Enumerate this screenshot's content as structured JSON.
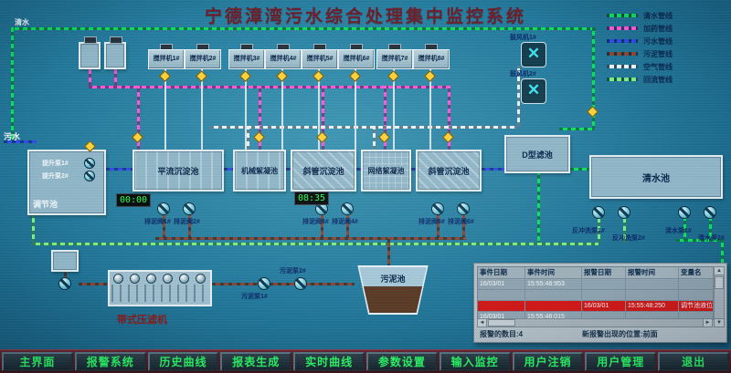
{
  "title": "宁德漳湾污水综合处理集中监控系统",
  "icons": {
    "fan_blades": "✕",
    "arrow_up": "▲",
    "arrow_down": "▼",
    "arrow_left": "◄",
    "arrow_right": "►"
  },
  "flow_labels": {
    "inflow": "污水",
    "clean": "清水"
  },
  "legend": [
    {
      "label": "清水管线",
      "color": "#0de05a"
    },
    {
      "label": "加药管线",
      "color": "#ff58d8"
    },
    {
      "label": "污水管线",
      "color": "#2e4bee"
    },
    {
      "label": "污泥管线",
      "color": "#8a4632"
    },
    {
      "label": "空气管线",
      "color": "#e9f4f8"
    },
    {
      "label": "回流管线",
      "color": "#79f07e"
    }
  ],
  "mixers": [
    "搅拌机1#",
    "搅拌机2#",
    "搅拌机3#",
    "搅拌机4#",
    "搅拌机5#",
    "搅拌机6#",
    "搅拌机7#",
    "搅拌机8#"
  ],
  "blowers": [
    "鼓风机1#",
    "鼓风机2#"
  ],
  "tanks": {
    "regulation": "调节池",
    "plain_sed": "平流沉淀池",
    "mech_floc": "机械絮凝池",
    "inclined_sed1": "斜管沉淀池",
    "grid_floc": "网络絮凝池",
    "inclined_sed2": "斜管沉淀池",
    "d_filter": "D型滤池",
    "clear_water": "清水池",
    "sludge": "污泥池",
    "belt_press": "带式压滤机"
  },
  "pumps": {
    "lift1": "提升泵1#",
    "lift2": "提升泵2#",
    "drain1": "排泥阀1#",
    "drain2": "排泥阀2#",
    "drain3": "排泥阀3#",
    "drain4": "排泥阀4#",
    "drain5": "排泥阀5#",
    "drain6": "排泥阀6#",
    "sludge1": "污泥泵1#",
    "sludge2": "污泥泵2#",
    "backwash1": "反冲洗泵1#",
    "backwash2": "反冲洗泵2#",
    "clean1": "清水泵1#",
    "clean2": "清水泵2#"
  },
  "clocks": {
    "t1": "00:00",
    "t2": "08:35"
  },
  "alarm_panel": {
    "alarm_color": "#d01818",
    "headers": [
      "事件日期",
      "事件时间",
      "报警日期",
      "报警时间",
      "变量名"
    ],
    "rows": [
      {
        "c0": "16/03/01",
        "c1": "15:55:48:953",
        "c2": "",
        "c3": "",
        "c4": "",
        "is_alarm": false
      },
      {
        "c0": "",
        "c1": "",
        "c2": "",
        "c3": "",
        "c4": "",
        "is_alarm": false
      },
      {
        "c0": "",
        "c1": "",
        "c2": "16/03/01",
        "c3": "15:55:48:250",
        "c4": "调节池液位",
        "is_alarm": true
      },
      {
        "c0": "16/03/01",
        "c1": "15:55:48:015",
        "c2": "",
        "c3": "",
        "c4": "",
        "is_alarm": false
      }
    ],
    "footer_count": "报警的数目:4",
    "footer_pos": "新报警出现的位置:前面"
  },
  "nav_buttons": [
    "主界面",
    "报警系统",
    "历史曲线",
    "报表生成",
    "实时曲线",
    "参数设置",
    "输入监控",
    "用户注销",
    "用户管理",
    "退出"
  ]
}
